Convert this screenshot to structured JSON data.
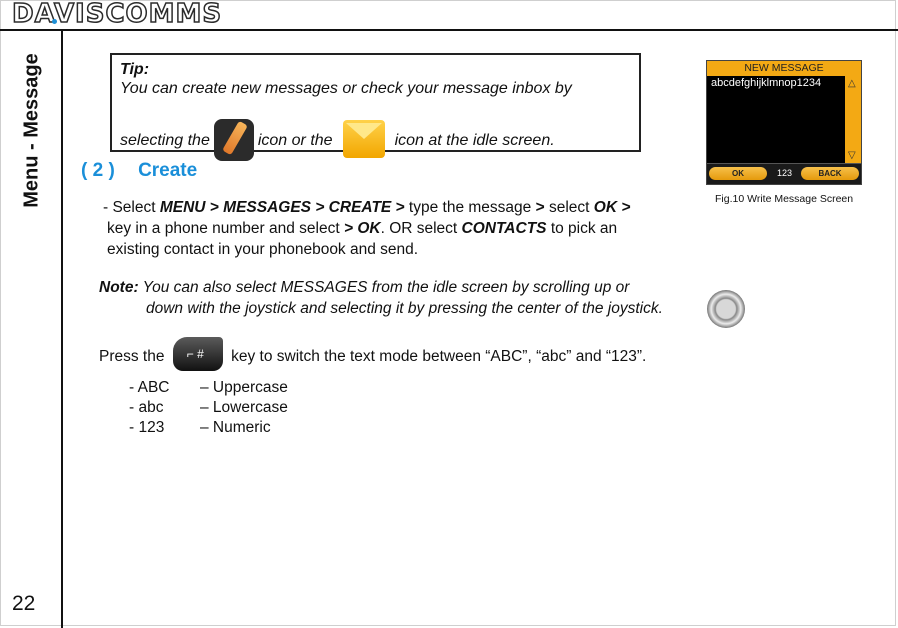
{
  "header": {
    "brand": "DAVISCOMMS"
  },
  "sidebar": {
    "title": "Menu - Message",
    "page_number": "22"
  },
  "tip": {
    "title": "Tip:",
    "line1": "You can create new messages or check your message inbox by",
    "line2_a": "selecting the",
    "line2_b": "icon or the",
    "line2_c": "icon at the idle screen.",
    "icons": [
      "pencil-icon",
      "envelope-icon"
    ]
  },
  "section": {
    "number": "( 2 )",
    "title": "Create"
  },
  "instructions": {
    "line1_prefix": "- Select ",
    "line1_path": "MENU > MESSAGES > CREATE >",
    "line1_mid": " type the message ",
    "line1_gt": ">",
    "line1_select": " select ",
    "line1_ok": "OK >",
    "line2_a": "key in a phone number and select ",
    "line2_ok": "> OK",
    "line2_b": ". OR select ",
    "line2_contacts": "CONTACTS",
    "line2_c": " to pick an",
    "line3": "existing contact in your phonebook and send."
  },
  "note": {
    "label": "Note:",
    "line1": "You can also select MESSAGES from the idle screen by scrolling up or",
    "line2": "down with the joystick and selecting it by pressing the center of the joystick."
  },
  "press": {
    "prefix": "Press the",
    "suffix": "key to switch the text mode between “ABC”, “abc” and “123”."
  },
  "modes": [
    {
      "code": "- ABC",
      "desc": "– Uppercase"
    },
    {
      "code": "- abc",
      "desc": "– Lowercase"
    },
    {
      "code": "- 123",
      "desc": "– Numeric"
    }
  ],
  "figure": {
    "screen_title": "NEW MESSAGE",
    "screen_text": "abcdefghijklmnop1234",
    "scroll_up": "△",
    "scroll_down": "▽",
    "softkey_left": "OK",
    "mode_indicator": "123",
    "softkey_right": "BACK",
    "caption": "Fig.10 Write Message Screen"
  }
}
